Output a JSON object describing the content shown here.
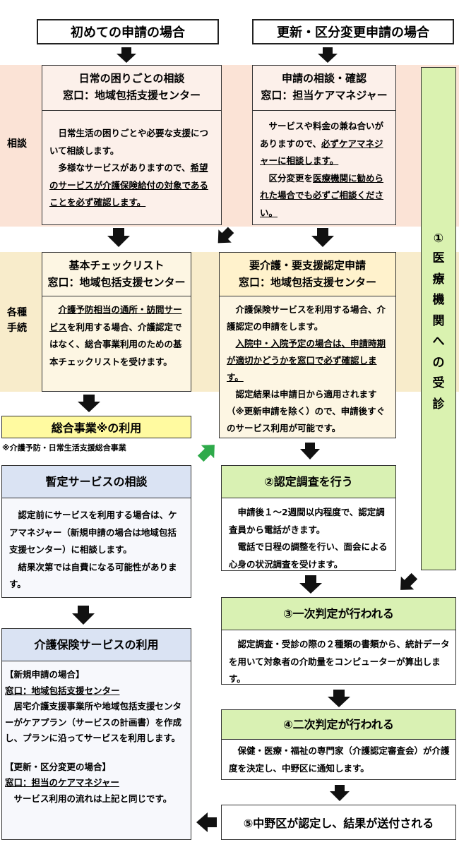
{
  "top": {
    "first": "初めての申請の場合",
    "renew": "更新・区分変更申請の場合"
  },
  "rows": {
    "consult": "相談",
    "proc_line1": "各種",
    "proc_line2": "手続"
  },
  "daily": {
    "title": "日常の困りごとの相談",
    "window": "窓口：地域包括支援センター",
    "p1": "日常生活の困りごとや必要な支援について相談します。",
    "p2a": "多様なサービスがありますので、",
    "p2b": "希望のサービスが介護保険給付の対象であることを必ず確認します。"
  },
  "apply_consult": {
    "title": "申請の相談・確認",
    "window": "窓口：担当ケアマネジャー",
    "p1a": "サービスや料金の兼ね合いがありますので、",
    "p1b": "必ずケアマネジャーに相談します。",
    "p2a": "区分変更を",
    "p2b": "医療機関に勧められた場合でも必ずご相談ください。"
  },
  "medical": {
    "num": "①",
    "chars": [
      "医",
      "療",
      "機",
      "関",
      "へ",
      "の",
      "受",
      "診"
    ]
  },
  "checklist": {
    "title": "基本チェックリスト",
    "window": "窓口：地域包括支援センター",
    "p1a": "介護予防相当の通所・訪問サービス",
    "p1b": "を利用する場合、介護認定ではなく、総合事業利用のための基本チェックリストを受けます。"
  },
  "certification": {
    "title": "要介護・要支援認定申請",
    "window": "窓口：地域包括支援センター",
    "p1": "介護保険サービスを利用する場合、介護認定の申請をします。",
    "p2": "入院中・入院予定の場合は、申請時期が適切かどうかを窓口で必ず確認します。",
    "p3": "認定結果は申請日から適用されます（※更新申請を除く）ので、申請後すぐのサービス利用が可能です。"
  },
  "sogo": {
    "title": "総合事業※の利用",
    "note": "※介護予防・日常生活支援総合事業"
  },
  "provisional": {
    "title": "暫定サービスの相談",
    "p1": "認定前にサービスを利用する場合は、ケアマネジャー（新規申請の場合は地域包括支援センター）に相談します。",
    "p2": "結果次第では自費になる可能性があります。"
  },
  "survey": {
    "title": "②認定調査を行う",
    "p1": "申請後１～2週間以内程度で、認定調査員から電話がきます。",
    "p2": "電話で日程の調整を行い、面会による心身の状況調査を受けます。"
  },
  "first_judgment": {
    "title": "③一次判定が行われる",
    "p1": "認定調査・受診の際の２種類の書類から、統計データを用いて対象者の介助量をコンピューターが算出します。"
  },
  "second_judgment": {
    "title": "④二次判定が行われる",
    "p1": "保健・医療・福祉の専門家（介護認定審査会）が介護度を決定し、中野区に通知します。"
  },
  "result": {
    "title": "⑤中野区が認定し、結果が送付される"
  },
  "insurance_use": {
    "title": "介護保険サービスの利用",
    "new_head": "【新規申請の場合】",
    "new_window": "窓口：地域包括支援センター",
    "new_body": "居宅介護支援事業所や地域包括支援センターがケアプラン（サービスの計画書）を作成し、プランに沿ってサービスを利用します。",
    "renew_head": "【更新・区分変更の場合】",
    "renew_window": "窓口：担当のケアマネジャー",
    "renew_body": "サービス利用の流れは上記と同じです。"
  },
  "colors": {
    "consult_band": "#fbe3d6",
    "proc_band": "#f8eccb",
    "orange_card": "#fcf0ea",
    "yellow_card": "#fdf6e3",
    "yellow_head": "#fff2cc",
    "sogo": "#fffaa0",
    "blue_head": "#dae3f3",
    "blue_body": "#f7f8fc",
    "green": "#d9f1b3",
    "green_side": "#daf2b0",
    "green_arrow": "#2eaa4a"
  }
}
